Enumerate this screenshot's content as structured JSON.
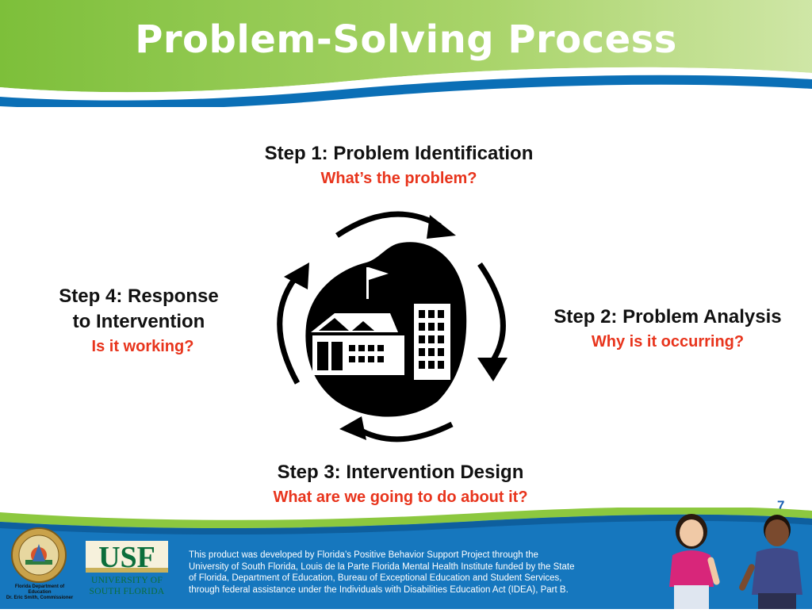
{
  "slide": {
    "title": "Problem-Solving Process",
    "page_number": "7"
  },
  "steps": [
    {
      "title": "Step 1: Problem Identification",
      "question": "What’s the problem?"
    },
    {
      "title": "Step 2: Problem Analysis",
      "question": "Why is it occurring?"
    },
    {
      "title": "Step 3: Intervention Design",
      "question": "What are we going to do about it?"
    },
    {
      "title_line1": "Step 4: Response",
      "title_line2": "to Intervention",
      "question": "Is it working?"
    }
  ],
  "center_icon": "school-building-icon",
  "footer": {
    "seal_caption_line1": "Florida Department of Education",
    "seal_caption_line2": "Dr. Eric Smith, Commissioner",
    "usf_logo_text": "USF",
    "usf_line1": "UNIVERSITY OF",
    "usf_line2": "SOUTH FLORIDA",
    "disclaimer_lines": [
      "This product was developed by Florida’s Positive Behavior Support Project through the",
      "University of South Florida, Louis de la Parte Florida Mental Health Institute funded by the State",
      "of Florida, Department of Education, Bureau of Exceptional Education and Student Services,",
      "through federal assistance under the Individuals with Disabilities Education Act (IDEA), Part B."
    ]
  },
  "colors": {
    "header_green": "#8cc83f",
    "header_blue": "#0b6fb6",
    "question_red": "#e8341c",
    "footer_blue": "#1677be",
    "footer_green": "#8cc83f",
    "usf_green": "#0b6e3b",
    "usf_gold": "#c9b15b"
  }
}
